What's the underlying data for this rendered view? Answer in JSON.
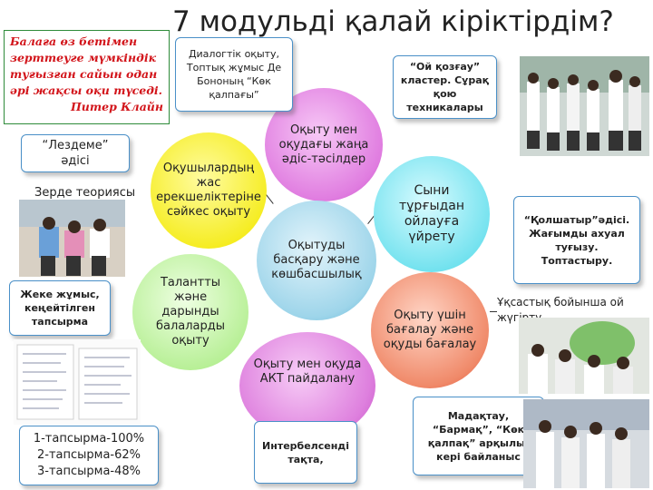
{
  "title": "7 модульді қалай кіріктірдім?",
  "quote": {
    "lines": [
      "Балаға өз бетімен",
      "зерттеуге мүмкіндік",
      "туғызған сайын одан",
      "әрі жақсы оқи түседі."
    ],
    "author": "Питер Клайн"
  },
  "circles": {
    "top": "Оқыту мен оқудағы жаңа әдіс-тәсілдер",
    "yellow": "Оқушылардың жас ерекшеліктеріне сәйкес оқыту",
    "cyan": "Сыни тұрғыдан ойлауға үйрету",
    "center": "Оқытуды басқару және көшбасшылық",
    "green": "Талантты және дарынды балаларды оқыту",
    "red": "Оқыту үшін бағалау және оқуды бағалау",
    "purple": "Оқыту мен оқуда АКТ пайдалану"
  },
  "boxes": {
    "dialog": "Диалогтік оқыту, Топтық жұмыс Де Бононың “Көк қалпағы”",
    "oi": "“Ой қозғау” кластер. Сұрақ қою техникалары",
    "lezdeme": "“Лездеме” әдісі",
    "kolshatyr": "“Қолшатыр”әдісі. Жағымды ахуал туғызу. Топтастыру.",
    "zheke": "Жеке жұмыс, кеңейтілген тапсырма",
    "madaqtau": "Мадақтау, “Бармақ”, “Көк қалпақ” арқылы, кері байланыс",
    "interbel": "Интербелсенді тақта,",
    "results": [
      "1-тапсырма-100%",
      "2-тапсырма-62%",
      "3-тапсырма-48%"
    ]
  },
  "labels": {
    "zerde": "Зерде теориясы",
    "uqsastyq": "Ұқсастық бойынша ой жүгірту"
  },
  "colors": {
    "quote_text": "#d2141a",
    "quote_border": "#2e8b3a",
    "box_border": "#4a90c8",
    "circle_top": "#e07de0",
    "circle_yellow": "#f5ec1e",
    "circle_cyan": "#6fe1ee",
    "circle_center": "#9ed5ea",
    "circle_green": "#b6ef94",
    "circle_red": "#f08a6a",
    "circle_purple": "#de80de"
  }
}
